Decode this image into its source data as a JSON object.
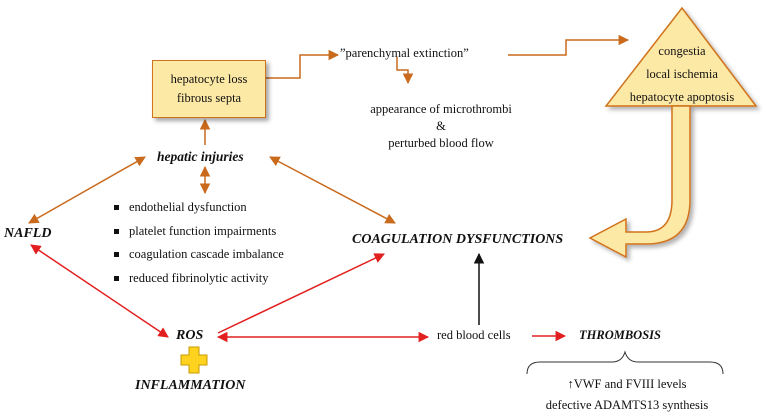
{
  "nodes": {
    "hepatocyte_box": [
      "hepatocyte loss",
      "fibrous septa"
    ],
    "parenchymal": "”parenchymal extinction”",
    "microthrombi": [
      "appearance of microthrombi",
      "&",
      "perturbed blood flow"
    ],
    "triangle": [
      "congestia",
      "local ischemia",
      "hepatocyte apoptosis"
    ],
    "hepatic_injuries": "hepatic injuries",
    "nafld": "NAFLD",
    "coagulation": "COAGULATION DYSFUNCTIONS",
    "ros": "ROS",
    "inflammation": "INFLAMMATION",
    "red_blood_cells": "red blood cells",
    "thrombosis": "THROMBOSIS",
    "thrombosis_details": [
      "↑VWF and FVIII levels",
      "defective ADAMTS13 synthesis"
    ]
  },
  "bullets": [
    "endothelial dysfunction",
    "platelet function impairments",
    "coagulation cascade imbalance",
    "reduced fibrinolytic activity"
  ],
  "colors": {
    "orange_arrow": "#c96a1c",
    "red_arrow": "#e32020",
    "black_arrow": "#111111",
    "box_fill": "#fde9a6",
    "plus_fill": "#ffd21f"
  }
}
